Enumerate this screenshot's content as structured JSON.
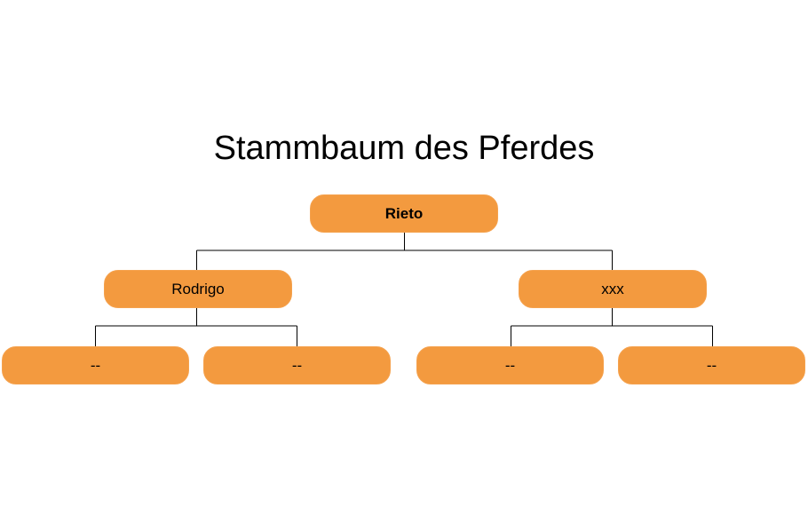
{
  "title": "Stammbaum des Pferdes",
  "colors": {
    "node_fill": "#f39a3f",
    "connector": "#000000"
  },
  "tree": {
    "root": "Rieto",
    "sire": "Rodrigo",
    "dam": "xxx",
    "sire_sire": "--",
    "sire_dam": "--",
    "dam_sire": "--",
    "dam_dam": "--"
  }
}
